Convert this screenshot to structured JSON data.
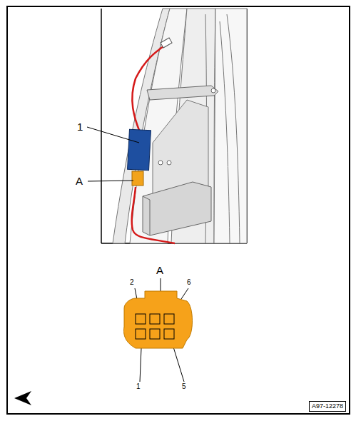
{
  "diagram": {
    "nodes": [
      {
        "text": [
          "A97-12278"
        ]
      }
    ],
    "labels": [
      "1",
      "A",
      "A",
      "2",
      "6",
      "1",
      "5"
    ]
  }
}
